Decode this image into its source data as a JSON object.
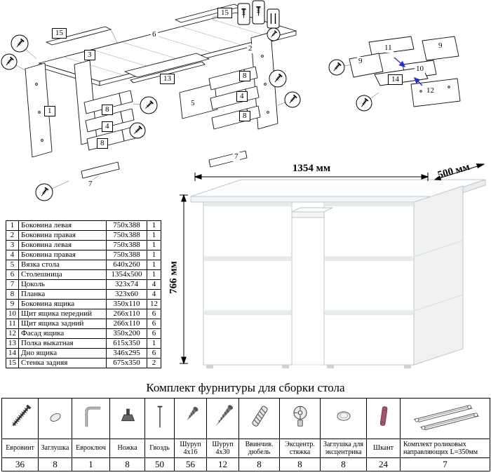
{
  "dimensions": {
    "width": "1354 мм",
    "depth": "500 мм",
    "height": "766 мм"
  },
  "diagram_labels": [
    "15",
    "6",
    "15",
    "1",
    "3",
    "8",
    "4",
    "8",
    "7",
    "13",
    "5",
    "2",
    "8",
    "4",
    "8",
    "7",
    "11",
    "9",
    "9",
    "10",
    "14",
    "12"
  ],
  "parts_table": {
    "rows": [
      {
        "n": "1",
        "name": "Боковина левая",
        "size": "750x388",
        "qty": "1"
      },
      {
        "n": "2",
        "name": "Боковина правая",
        "size": "750x388",
        "qty": "1"
      },
      {
        "n": "3",
        "name": "Боковина левая",
        "size": "750x388",
        "qty": "1"
      },
      {
        "n": "4",
        "name": "Боковина правая",
        "size": "750x388",
        "qty": "1"
      },
      {
        "n": "5",
        "name": "Вязка стола",
        "size": "640x260",
        "qty": "1"
      },
      {
        "n": "6",
        "name": "Столешница",
        "size": "1354x500",
        "qty": "1"
      },
      {
        "n": "7",
        "name": "Цоколь",
        "size": "323x74",
        "qty": "4"
      },
      {
        "n": "8",
        "name": "Планка",
        "size": "323x60",
        "qty": "4"
      },
      {
        "n": "9",
        "name": "Боковина ящика",
        "size": "350x110",
        "qty": "12"
      },
      {
        "n": "10",
        "name": "Щит ящика передний",
        "size": "266x110",
        "qty": "6"
      },
      {
        "n": "11",
        "name": "Щит ящика задний",
        "size": "266x110",
        "qty": "6"
      },
      {
        "n": "12",
        "name": "Фасад ящика",
        "size": "350x200",
        "qty": "6"
      },
      {
        "n": "13",
        "name": "Полка выкатная",
        "size": "615x350",
        "qty": "1"
      },
      {
        "n": "14",
        "name": "Дно ящика",
        "size": "346x295",
        "qty": "6"
      },
      {
        "n": "15",
        "name": "Стенка задняя",
        "size": "675x350",
        "qty": "2"
      }
    ]
  },
  "hardware": {
    "title": "Комплект фурнитуры для сборки стола",
    "items": [
      {
        "name": "Евровинт",
        "qty": "36",
        "icon": "confirmat-screw-icon"
      },
      {
        "name": "Заглушка",
        "qty": "8",
        "icon": "cap-icon"
      },
      {
        "name": "Евроключ",
        "qty": "1",
        "icon": "hex-key-icon"
      },
      {
        "name": "Ножка",
        "qty": "8",
        "icon": "foot-icon"
      },
      {
        "name": "Гвоздь",
        "qty": "50",
        "icon": "nail-icon"
      },
      {
        "name": "Шуруп 4x16",
        "qty": "56",
        "icon": "screw-short-icon"
      },
      {
        "name": "Шуруп 4x30",
        "qty": "12",
        "icon": "screw-long-icon"
      },
      {
        "name": "Ввинчив. дюбель",
        "qty": "8",
        "icon": "screw-in-dowel-icon"
      },
      {
        "name": "Эксцентр. стяжка",
        "qty": "8",
        "icon": "cam-lock-icon"
      },
      {
        "name": "Заглушка для эксцентрика",
        "qty": "8",
        "icon": "cam-cap-icon"
      },
      {
        "name": "Шкант",
        "qty": "24",
        "icon": "wood-dowel-icon"
      },
      {
        "name": "Комплект роликовых направляющих L=350мм",
        "qty": "7",
        "icon": "drawer-slides-icon"
      }
    ]
  }
}
